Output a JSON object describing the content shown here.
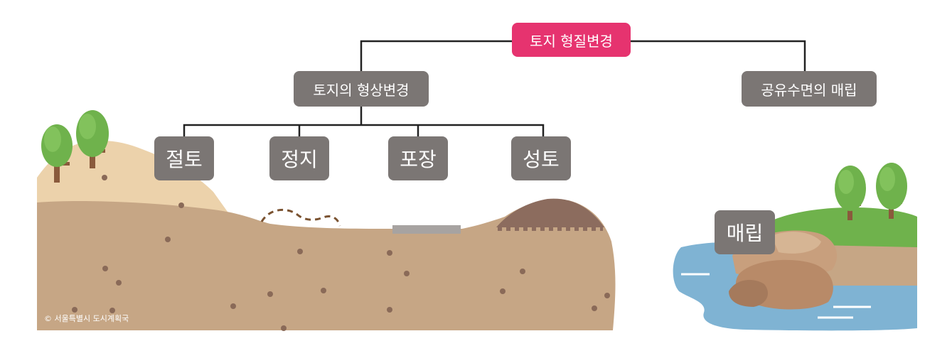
{
  "diagram": {
    "root": "토지 형질변경",
    "branch_left": "토지의 형상변경",
    "branch_right": "공유수면의 매립",
    "leaves": [
      "절토",
      "정지",
      "포장",
      "성토"
    ],
    "reclaim_label": "매립",
    "credit": "© 서울특별시 도시계획국"
  },
  "colors": {
    "root": "#e6336f",
    "node": "#7b7674",
    "soil": "#c6a685",
    "sand": "#ecd2ab",
    "water": "#7fb3d3",
    "grass": "#6fb24c",
    "tree": "#5aa845"
  }
}
